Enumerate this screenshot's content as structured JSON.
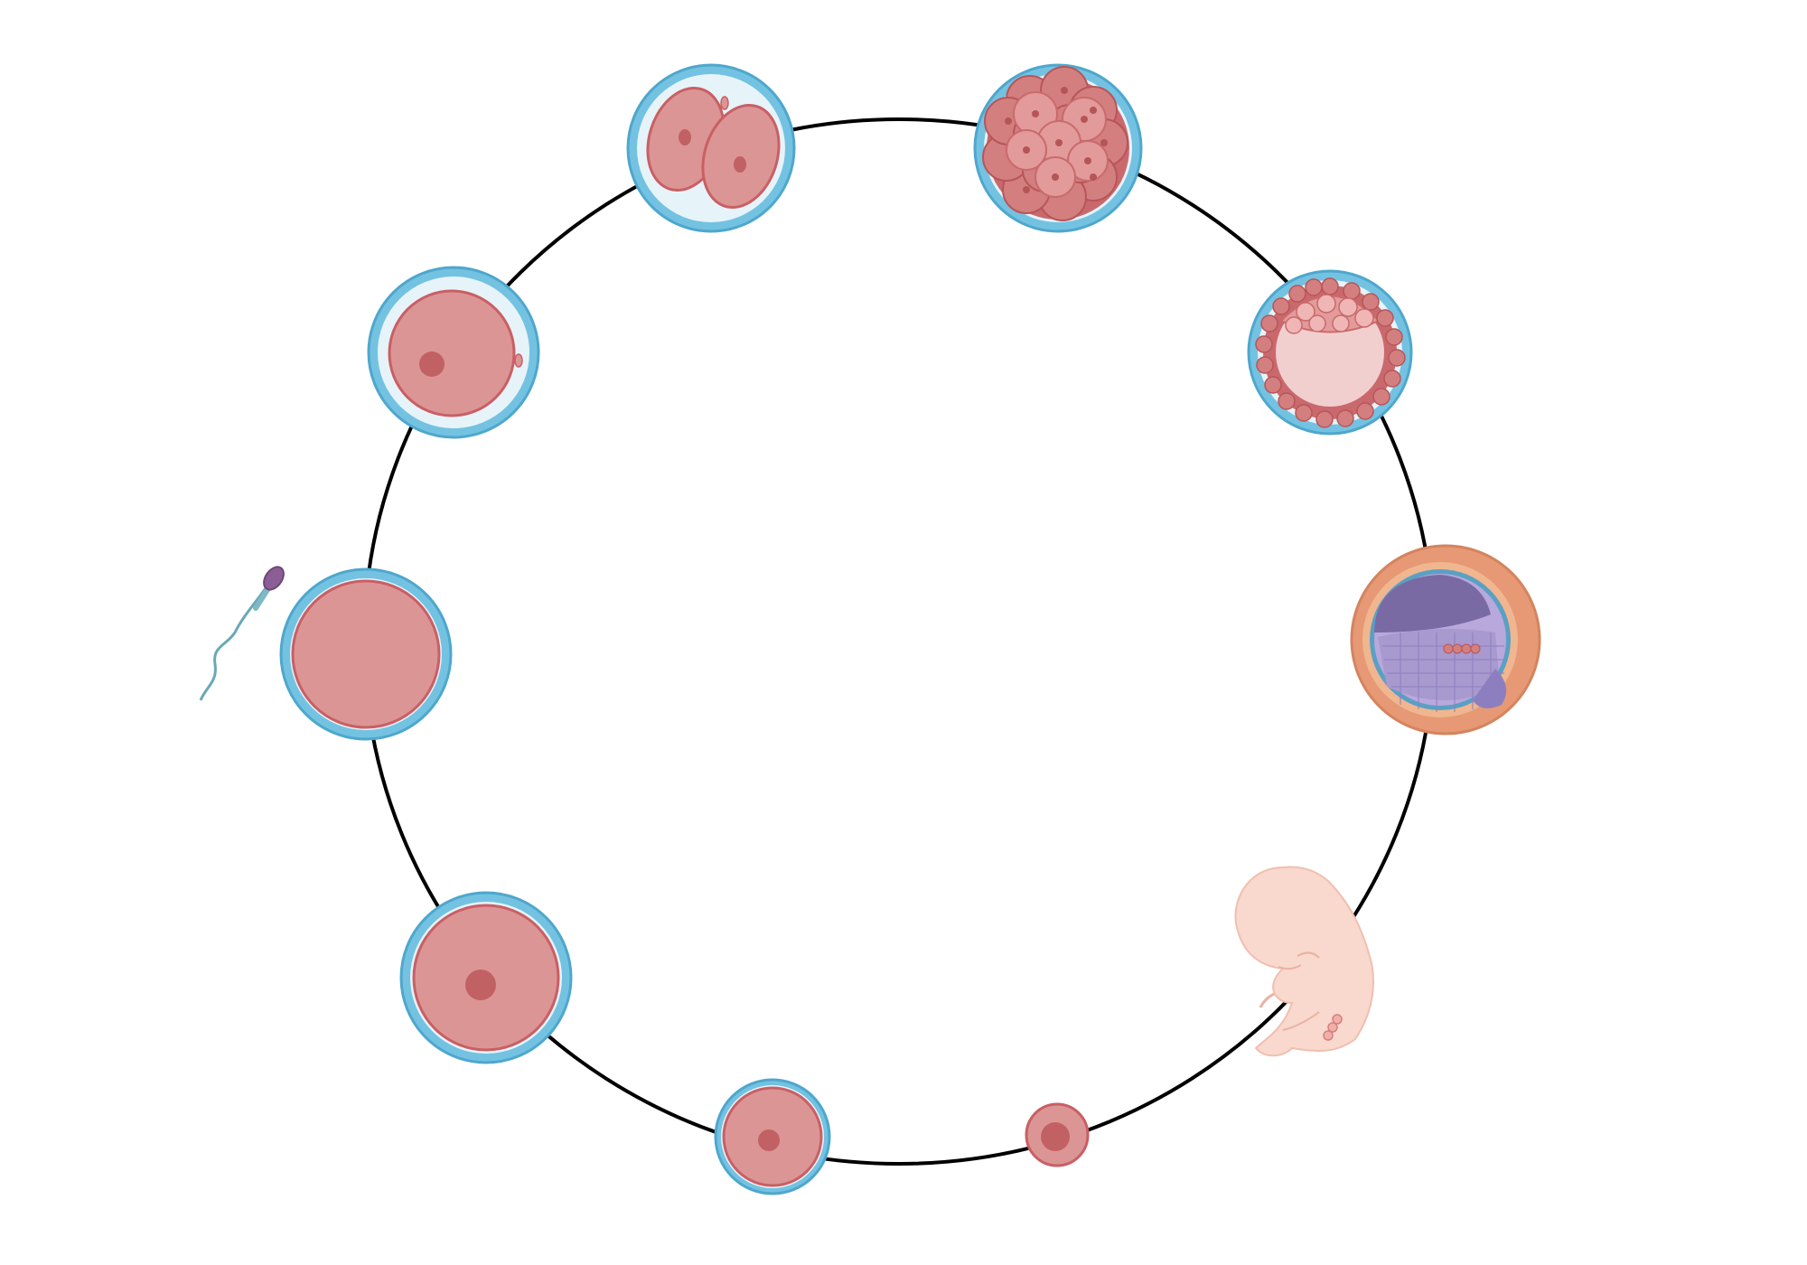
{
  "diagram": {
    "type": "life-cycle",
    "stages": [
      {
        "id": "germ-cell",
        "depiction": "primordial-germ-cell"
      },
      {
        "id": "primary-oocyte",
        "depiction": "growing-oocyte"
      },
      {
        "id": "mature-oocyte",
        "depiction": "oocyte-with-nucleus"
      },
      {
        "id": "egg-and-sperm",
        "depiction": "egg-with-approaching-sperm"
      },
      {
        "id": "zygote",
        "depiction": "fertilized-egg-with-polar-body"
      },
      {
        "id": "two-cell",
        "depiction": "two-cell-embryo"
      },
      {
        "id": "morula",
        "depiction": "morula"
      },
      {
        "id": "blastocyst",
        "depiction": "blastocyst"
      },
      {
        "id": "implantation",
        "depiction": "implanting-embryo"
      },
      {
        "id": "fetus",
        "depiction": "fetus"
      }
    ]
  },
  "colors": {
    "cycle": "#000000",
    "cell": "#dc9595",
    "cell_edge": "#c95f64",
    "nucleus": "#c26164",
    "zona": "#74c2e1",
    "zona_edge": "#4ea7cd",
    "perivitelline": "#e6f4fa",
    "morula_cell": "#d37f7f",
    "blastocoel": "#f2cfcf",
    "trophoblast": "#e69974",
    "inner_mass": "#a899cf",
    "cavity": "#7a6aa3",
    "fetus": "#f9d8cd",
    "sperm_head": "#8b5e95",
    "sperm_tail": "#6aa8b5"
  }
}
